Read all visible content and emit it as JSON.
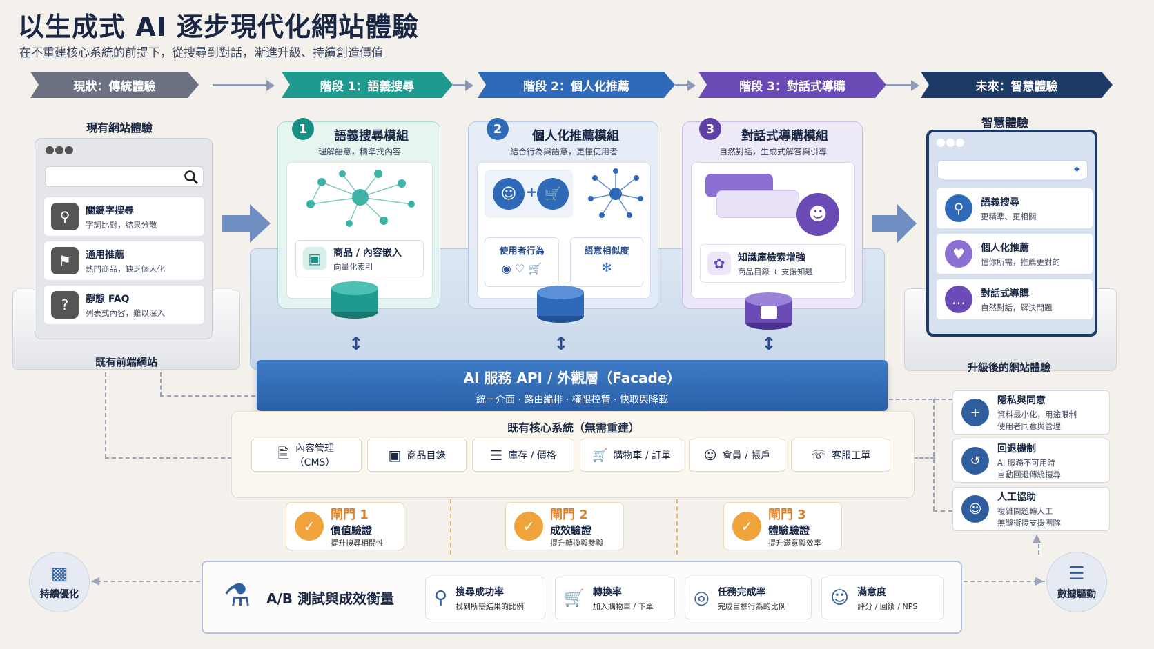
{
  "title": "以生成式 AI 逐步現代化網站體驗",
  "subtitle": "在不重建核心系統的前提下，從搜尋到對話，漸進升級、持續創造價值",
  "stages": [
    {
      "label": "現狀：傳統體驗",
      "color": "#6b7180"
    },
    {
      "label": "階段 1：語義搜尋",
      "color": "#1f9a8f"
    },
    {
      "label": "階段 2：個人化推薦",
      "color": "#2f6ab8"
    },
    {
      "label": "階段 3：對話式導購",
      "color": "#6a4bb6"
    },
    {
      "label": "未來：智慧體驗",
      "color": "#1d3a67"
    }
  ],
  "current": {
    "heading": "現有網站體驗",
    "items": [
      {
        "main": "關鍵字搜尋",
        "sub": "字詞比對，結果分散",
        "icon": "search-icon"
      },
      {
        "main": "通用推薦",
        "sub": "熱門商品，缺乏個人化",
        "icon": "tag-icon"
      },
      {
        "main": "靜態 FAQ",
        "sub": "列表式內容，難以深入",
        "icon": "question-icon"
      }
    ],
    "footer": "既有前端網站"
  },
  "module1": {
    "num": "1",
    "title": "語義搜尋模組",
    "sub": "理解語意，精準找內容",
    "box_main": "商品 / 內容嵌入",
    "box_sub": "向量化索引"
  },
  "module2": {
    "num": "2",
    "title": "個人化推薦模組",
    "sub": "結合行為與語意，更懂使用者",
    "plus": "+",
    "left_label": "使用者行為",
    "right_label": "語意相似度"
  },
  "module3": {
    "num": "3",
    "title": "對話式導購模組",
    "sub": "自然對話，生成式解答與引導",
    "box_main": "知識庫檢索增強",
    "box_sub": "商品目錄 + 支援知題"
  },
  "future": {
    "heading": "智慧體驗",
    "items": [
      {
        "main": "語義搜尋",
        "sub": "更精準、更相關",
        "icon": "search-icon"
      },
      {
        "main": "個人化推薦",
        "sub": "懂你所需，推薦更對的",
        "icon": "heart-icon"
      },
      {
        "main": "對話式導購",
        "sub": "自然對話，解決問題",
        "icon": "chat-icon"
      }
    ],
    "footer": "升級後的網站體驗"
  },
  "facade": {
    "title": "AI 服務 API / 外觀層（Facade）",
    "sub": "統一介面 · 路由編排 · 權限控管 · 快取與降載"
  },
  "core": {
    "title": "既有核心系統（無需重建）",
    "items": [
      {
        "label": "內容管理\n（CMS）",
        "icon": "document-icon"
      },
      {
        "label": "商品目錄",
        "icon": "box-icon"
      },
      {
        "label": "庫存 / 價格",
        "icon": "database-icon"
      },
      {
        "label": "購物車 / 訂單",
        "icon": "cart-icon"
      },
      {
        "label": "會員 / 帳戶",
        "icon": "user-icon"
      },
      {
        "label": "客服工單",
        "icon": "headset-icon"
      }
    ]
  },
  "gates": [
    {
      "name": "閘門 1",
      "main": "價值驗證",
      "sub": "提升搜尋相關性"
    },
    {
      "name": "閘門 2",
      "main": "成效驗證",
      "sub": "提升轉換與參與"
    },
    {
      "name": "閘門 3",
      "main": "體驗驗證",
      "sub": "提升滿意與效率"
    }
  ],
  "side": [
    {
      "main": "隱私與同意",
      "sub1": "資料最小化，用途限制",
      "sub2": "使用者同意與管理",
      "icon": "shield-icon"
    },
    {
      "main": "回退機制",
      "sub1": "AI 服務不可用時",
      "sub2": "自動回退傳統搜尋",
      "icon": "undo-icon"
    },
    {
      "main": "人工協助",
      "sub1": "複雜問題轉人工",
      "sub2": "無縫銜接支援團隊",
      "icon": "agent-icon"
    }
  ],
  "ab": {
    "title": "A/B 測試與成效衡量",
    "metrics": [
      {
        "main": "搜尋成功率",
        "sub": "找到所需結果的比例",
        "icon": "search-icon"
      },
      {
        "main": "轉換率",
        "sub": "加入購物車 / 下單",
        "icon": "cart-icon"
      },
      {
        "main": "任務完成率",
        "sub": "完成目標行為的比例",
        "icon": "target-icon"
      },
      {
        "main": "滿意度",
        "sub": "評分 / 回饋 / NPS",
        "icon": "smile-icon"
      }
    ]
  },
  "left_circle": "持續優化",
  "right_circle": "數據驅動"
}
